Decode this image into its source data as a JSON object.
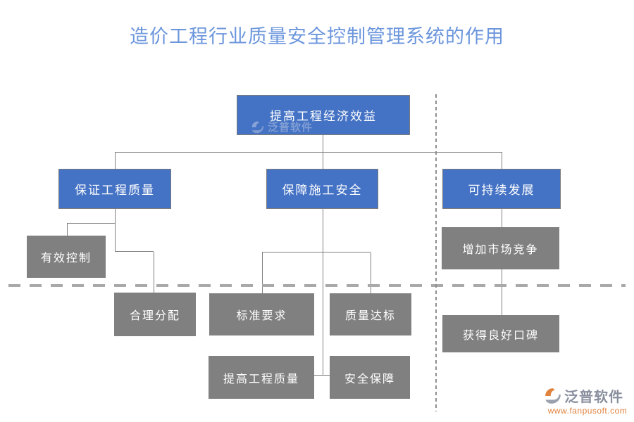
{
  "title": "造价工程行业质量安全控制管理系统的作用",
  "nodes": {
    "root": "提高工程经济效益",
    "quality": "保证工程质量",
    "safety": "保障施工安全",
    "sustain": "可持续发展",
    "effective_control": "有效控制",
    "reasonable_allocation": "合理分配",
    "standard_requirements": "标准要求",
    "quality_compliance": "质量达标",
    "improve_quality": "提高工程质量",
    "safety_guarantee": "安全保障",
    "market_competition": "增加市场竞争",
    "good_reputation": "获得良好口碑"
  },
  "watermark": {
    "brand": "泛普软件"
  },
  "footer": {
    "brand": "泛普软件",
    "url": "www.fanpusoft.com"
  },
  "colors": {
    "node_blue": "#4472c4",
    "node_gray": "#808080",
    "title_blue": "#6c96dc",
    "line_gray": "#7f7f7f",
    "logo_orange": "#e0833f",
    "logo_gray": "#8a8f9e"
  }
}
